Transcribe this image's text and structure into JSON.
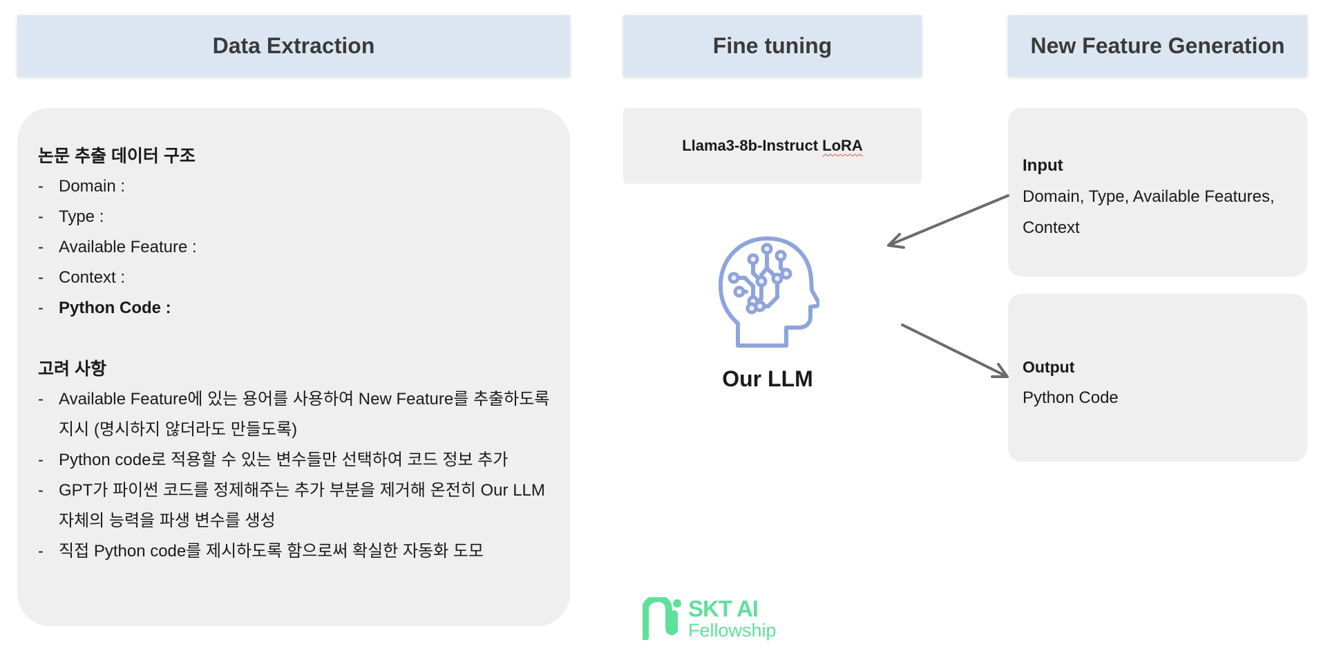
{
  "headers": {
    "extraction": "Data Extraction",
    "fine_tuning": "Fine tuning",
    "new_feature": "New Feature Generation"
  },
  "extraction": {
    "structure_title": "논문 추출 데이터 구조",
    "structure_items": [
      {
        "text": "Domain :",
        "bold": false
      },
      {
        "text": "Type :",
        "bold": false
      },
      {
        "text": "Available Feature :",
        "bold": false
      },
      {
        "text": "Context :",
        "bold": false
      },
      {
        "text": "Python Code :",
        "bold": true
      }
    ],
    "considerations_title": "고려 사항",
    "considerations_items": [
      "Available Feature에 있는 용어를 사용하여 New Feature를 추출하도록 지시 (명시하지 않더라도 만들도록)",
      "Python code로 적용할 수 있는 변수들만 선택하여 코드 정보 추가",
      "GPT가 파이썬 코드를 정제해주는 추가 부분을 제거해 온전히 Our LLM 자체의 능력을 파생 변수를 생성",
      "직접 Python code를 제시하도록 함으로써 확실한 자동화 도모"
    ],
    "dash": "-"
  },
  "fine_tuning": {
    "model_prefix": "Llama3-8b-Instruct ",
    "model_suffix": "LoRA"
  },
  "llm": {
    "label": "Our LLM",
    "icon": "brain-circuit-icon"
  },
  "new_feature": {
    "input_label": "Input",
    "input_lines": [
      "Domain, Type, Available Features,",
      "Context"
    ],
    "output_label": "Output",
    "output_text": "Python Code"
  },
  "logo": {
    "title": "SKT AI",
    "subtitle": "Fellowship"
  },
  "colors": {
    "header_bg": "#dce6f3",
    "card_bg": "#efefef",
    "icon": "#8ea4db",
    "arrow": "#6b6b6b",
    "logo": "#5fe09b"
  }
}
